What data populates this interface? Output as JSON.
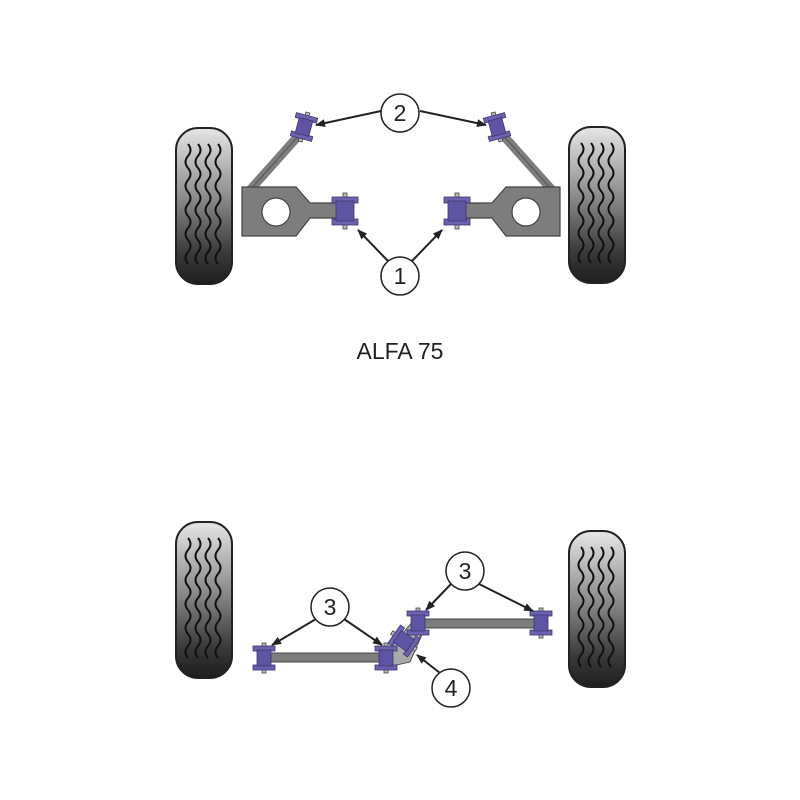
{
  "title": "ALFA 75",
  "callouts": {
    "one": "1",
    "two": "2",
    "three_left": "3",
    "three_right": "3",
    "four": "4"
  },
  "colors": {
    "bushing": "#6b62b0",
    "metal": "#7d7d7d",
    "tire": "#2a2a2a",
    "arrow": "#222222"
  }
}
